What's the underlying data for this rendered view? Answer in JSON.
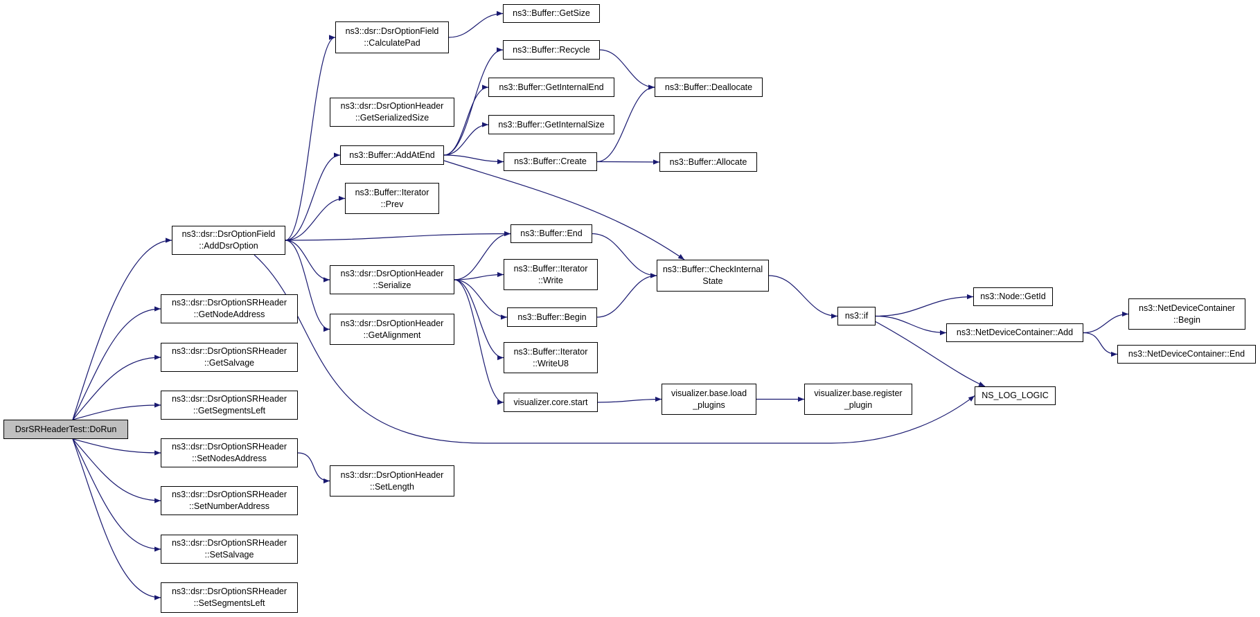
{
  "graph": {
    "nodes": {
      "root": [
        "DsrSRHeaderTest::DoRun"
      ],
      "addDsrOption": [
        "ns3::dsr::DsrOptionField",
        "::AddDsrOption"
      ],
      "getNodeAddress": [
        "ns3::dsr::DsrOptionSRHeader",
        "::GetNodeAddress"
      ],
      "getSalvage": [
        "ns3::dsr::DsrOptionSRHeader",
        "::GetSalvage"
      ],
      "getSegmentsLeft": [
        "ns3::dsr::DsrOptionSRHeader",
        "::GetSegmentsLeft"
      ],
      "setNodesAddress": [
        "ns3::dsr::DsrOptionSRHeader",
        "::SetNodesAddress"
      ],
      "setNumberAddress": [
        "ns3::dsr::DsrOptionSRHeader",
        "::SetNumberAddress"
      ],
      "setSalvage": [
        "ns3::dsr::DsrOptionSRHeader",
        "::SetSalvage"
      ],
      "setSegmentsLeft": [
        "ns3::dsr::DsrOptionSRHeader",
        "::SetSegmentsLeft"
      ],
      "calculatePad": [
        "ns3::dsr::DsrOptionField",
        "::CalculatePad"
      ],
      "getSerializedSize": [
        "ns3::dsr::DsrOptionHeader",
        "::GetSerializedSize"
      ],
      "addAtEnd": [
        "ns3::Buffer::AddAtEnd"
      ],
      "iterPrev": [
        "ns3::Buffer::Iterator",
        "::Prev"
      ],
      "serialize": [
        "ns3::dsr::DsrOptionHeader",
        "::Serialize"
      ],
      "getAlignment": [
        "ns3::dsr::DsrOptionHeader",
        "::GetAlignment"
      ],
      "setLength": [
        "ns3::dsr::DsrOptionHeader",
        "::SetLength"
      ],
      "getSize": [
        "ns3::Buffer::GetSize"
      ],
      "recycle": [
        "ns3::Buffer::Recycle"
      ],
      "getInternalEnd": [
        "ns3::Buffer::GetInternalEnd"
      ],
      "getInternalSize": [
        "ns3::Buffer::GetInternalSize"
      ],
      "create": [
        "ns3::Buffer::Create"
      ],
      "end": [
        "ns3::Buffer::End"
      ],
      "iterWrite": [
        "ns3::Buffer::Iterator",
        "::Write"
      ],
      "begin": [
        "ns3::Buffer::Begin"
      ],
      "iterWriteU8": [
        "ns3::Buffer::Iterator",
        "::WriteU8"
      ],
      "vizCoreStart": [
        "visualizer.core.start"
      ],
      "deallocate": [
        "ns3::Buffer::Deallocate"
      ],
      "allocate": [
        "ns3::Buffer::Allocate"
      ],
      "checkInternal": [
        "ns3::Buffer::CheckInternal",
        "State"
      ],
      "vizLoadPlugins": [
        "visualizer.base.load",
        "_plugins"
      ],
      "vizRegisterPlugin": [
        "visualizer.base.register",
        "_plugin"
      ],
      "nsIf": [
        "ns3::if"
      ],
      "nodeGetId": [
        "ns3::Node::GetId"
      ],
      "ndcAdd": [
        "ns3::NetDeviceContainer::Add"
      ],
      "nsLogLogic": [
        "NS_LOG_LOGIC"
      ],
      "ndcBegin": [
        "ns3::NetDeviceContainer",
        "::Begin"
      ],
      "ndcEnd": [
        "ns3::NetDeviceContainer::End"
      ]
    },
    "edges": [
      [
        "root",
        "addDsrOption"
      ],
      [
        "root",
        "getNodeAddress"
      ],
      [
        "root",
        "getSalvage"
      ],
      [
        "root",
        "getSegmentsLeft"
      ],
      [
        "root",
        "setNodesAddress"
      ],
      [
        "root",
        "setNumberAddress"
      ],
      [
        "root",
        "setSalvage"
      ],
      [
        "root",
        "setSegmentsLeft"
      ],
      [
        "addDsrOption",
        "calculatePad"
      ],
      [
        "addDsrOption",
        "addAtEnd"
      ],
      [
        "addDsrOption",
        "iterPrev"
      ],
      [
        "addDsrOption",
        "end"
      ],
      [
        "addDsrOption",
        "serialize"
      ],
      [
        "addDsrOption",
        "getAlignment"
      ],
      [
        "addDsrOption",
        "nsLogLogic"
      ],
      [
        "setNodesAddress",
        "setLength"
      ],
      [
        "calculatePad",
        "getSize"
      ],
      [
        "addAtEnd",
        "recycle"
      ],
      [
        "addAtEnd",
        "getInternalEnd"
      ],
      [
        "addAtEnd",
        "getInternalSize"
      ],
      [
        "addAtEnd",
        "create"
      ],
      [
        "addAtEnd",
        "checkInternal"
      ],
      [
        "serialize",
        "end"
      ],
      [
        "serialize",
        "iterWrite"
      ],
      [
        "serialize",
        "begin"
      ],
      [
        "serialize",
        "iterWriteU8"
      ],
      [
        "serialize",
        "vizCoreStart"
      ],
      [
        "recycle",
        "deallocate"
      ],
      [
        "create",
        "deallocate"
      ],
      [
        "create",
        "allocate"
      ],
      [
        "end",
        "checkInternal"
      ],
      [
        "begin",
        "checkInternal"
      ],
      [
        "vizCoreStart",
        "vizLoadPlugins"
      ],
      [
        "vizLoadPlugins",
        "vizRegisterPlugin"
      ],
      [
        "checkInternal",
        "nsIf"
      ],
      [
        "nsIf",
        "nodeGetId"
      ],
      [
        "nsIf",
        "ndcAdd"
      ],
      [
        "nsIf",
        "nsLogLogic"
      ],
      [
        "ndcAdd",
        "ndcBegin"
      ],
      [
        "ndcAdd",
        "ndcEnd"
      ]
    ],
    "colors": {
      "edge": "#191970",
      "root_fill": "#bfbfbf",
      "node_border": "#000000"
    }
  }
}
